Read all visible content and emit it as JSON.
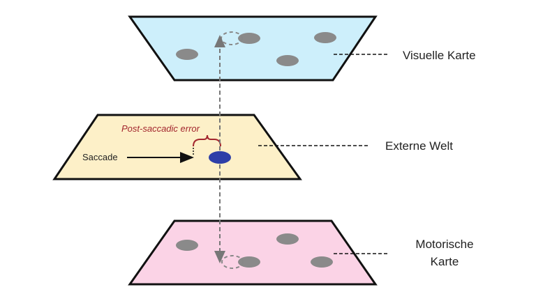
{
  "planes": {
    "visual": {
      "label": "Visuelle Karte",
      "color": "#cdeffb"
    },
    "world": {
      "label": "Externe Welt",
      "color": "#fdf0c8"
    },
    "motor": {
      "label_line1": "Motorische",
      "label_line2": "Karte",
      "color": "#fbd3e6"
    }
  },
  "annotations": {
    "saccade": "Saccade",
    "post_saccadic_error": "Post-saccadic error"
  },
  "colors": {
    "outline": "#111111",
    "dot": "#8a8a8a",
    "target": "#2e3fa8",
    "brace": "#a3262e",
    "dashed_arrow": "#777777"
  }
}
